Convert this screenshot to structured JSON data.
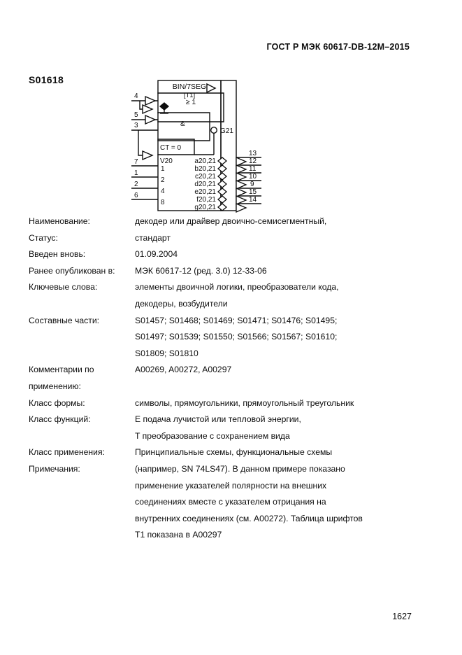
{
  "document": {
    "header_title": "ГОСТ Р МЭК 60617-DB-12M–2015",
    "symbol_id": "S01618",
    "page_number": "1627"
  },
  "diagram": {
    "title": "BIN/7SEG",
    "title_qualifier": "[T1]",
    "or_gate_label": "≥ 1",
    "and_gate_label": "&",
    "counter_label": "CT = 0",
    "weight_group_label": "V20",
    "control_output_label": "G21",
    "input_pins_top": [
      "4",
      "5",
      "3"
    ],
    "weight_inputs": [
      {
        "pin": "7",
        "weight": "1"
      },
      {
        "pin": "1",
        "weight": "2"
      },
      {
        "pin": "2",
        "weight": "4"
      },
      {
        "pin": "6",
        "weight": "8"
      }
    ],
    "outputs": [
      {
        "label": "a20,21",
        "pin": "13"
      },
      {
        "label": "b20,21",
        "pin": "12"
      },
      {
        "label": "c20,21",
        "pin": "11"
      },
      {
        "label": "d20,21",
        "pin": "10"
      },
      {
        "label": "e20,21",
        "pin": "9"
      },
      {
        "label": "f20,21",
        "pin": "15"
      },
      {
        "label": "g20,21",
        "pin": "14"
      }
    ]
  },
  "properties": {
    "name": {
      "label": "Наименование:",
      "lines": [
        "декодер или драйвер двоично-семисегментный,"
      ]
    },
    "status": {
      "label": "Статус:",
      "lines": [
        "стандарт"
      ]
    },
    "introduced": {
      "label": "Введен вновь:",
      "lines": [
        "01.09.2004"
      ]
    },
    "previously_published": {
      "label": "Ранее опубликован в:",
      "lines": [
        "МЭК 60617-12 (ред. 3.0) 12-33-06"
      ]
    },
    "keywords": {
      "label": "Ключевые слова:",
      "lines": [
        "элементы двоичной логики, преобразователи кода,",
        "декодеры, возбудители"
      ]
    },
    "components": {
      "label": "Составные части:",
      "lines": [
        "S01457; S01468; S01469; S01471; S01476; S01495;",
        "S01497; S01539; S01550; S01566; S01567; S01610;",
        "S01809; S01810"
      ]
    },
    "application_comments": {
      "label": "Комментарии по\nприменению:",
      "lines": [
        "A00269, A00272, A00297"
      ]
    },
    "form_class": {
      "label": "Класс формы:",
      "lines": [
        "символы, прямоугольники, прямоугольный треугольник"
      ]
    },
    "function_class": {
      "label": "Класс функций:",
      "lines": [
        "E подача лучистой или тепловой энергии,",
        "T преобразование с сохранением вида"
      ]
    },
    "application_class": {
      "label": "Класс применения:",
      "lines": [
        "Принципиальные схемы, функциональные схемы"
      ]
    },
    "notes": {
      "label": "Примечания:",
      "lines": [
        "(например, SN 74LS47). В данном примере показано",
        "применение указателей полярности на внешних",
        "соединениях вместе с указателем отрицания на",
        "внутренних соединениях (см. A00272). Таблица шрифтов",
        "T1 показана в A00297"
      ]
    }
  },
  "colors": {
    "ink": "#0d0d0d",
    "paper": "#ffffff"
  }
}
